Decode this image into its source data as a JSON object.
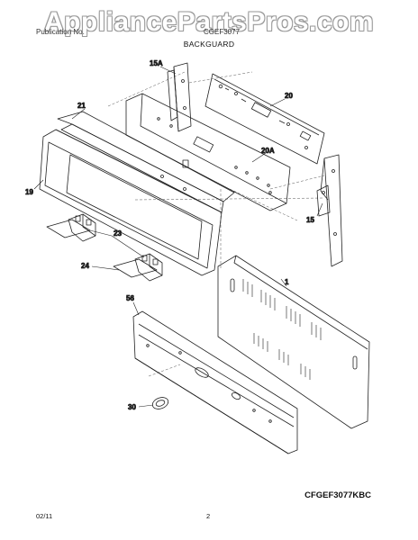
{
  "watermark": "AppliancePartsPros.com",
  "header": {
    "left": "Publication No.",
    "right": "CGEF3077",
    "title": "BACKGUARD"
  },
  "callouts": {
    "c15a": "15A",
    "c20": "20",
    "c21": "21",
    "c20a": "20A",
    "c19": "19",
    "c15": "15",
    "c23": "23",
    "c24": "24",
    "c1": "1",
    "c56": "56",
    "c30": "30"
  },
  "footer": {
    "model": "CFGEF3077KBC",
    "date": "02/11",
    "page": "2"
  }
}
